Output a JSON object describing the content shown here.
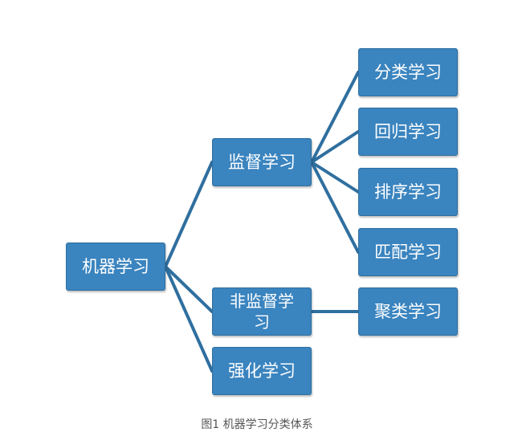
{
  "nodes": {
    "root": "机器学习",
    "supervised": "监督学习",
    "unsupervised": "非监督学习",
    "reinforcement": "强化学习",
    "classification": "分类学习",
    "regression": "回归学习",
    "ranking": "排序学习",
    "matching": "匹配学习",
    "clustering": "聚类学习"
  },
  "caption": "图1 机器学习分类体系",
  "colors": {
    "node_fill": "#3a84bf",
    "connector": "#2f6f9f"
  }
}
